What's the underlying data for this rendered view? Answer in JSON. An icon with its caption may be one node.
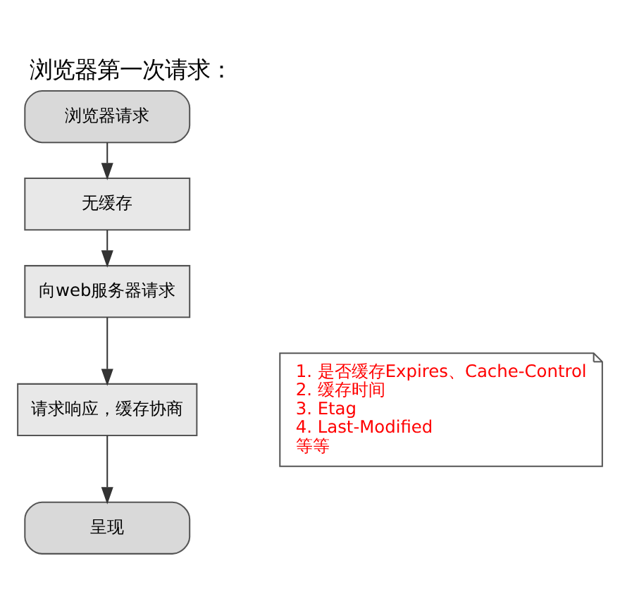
{
  "diagram": {
    "title": "浏览器第一次请求：",
    "nodes": [
      {
        "text": [
          "浏览器请求"
        ]
      },
      {
        "text": [
          "无缓存"
        ]
      },
      {
        "text": [
          "向web服务器请求"
        ]
      },
      {
        "text": [
          "请求响应，缓存协商"
        ]
      },
      {
        "text": [
          "呈现"
        ]
      },
      {
        "text": [
          "1. 是否缓存Expires、Cache-Control",
          "2. 缓存时间",
          "3. Etag",
          "4. Last-Modified",
          "等等"
        ]
      }
    ],
    "edges": [
      {
        "from": 0,
        "to": 1,
        "arrow": "to"
      },
      {
        "from": 1,
        "to": 2,
        "arrow": "to"
      },
      {
        "from": 2,
        "to": 3,
        "arrow": "to"
      },
      {
        "from": 3,
        "to": 4,
        "arrow": "to"
      }
    ]
  }
}
